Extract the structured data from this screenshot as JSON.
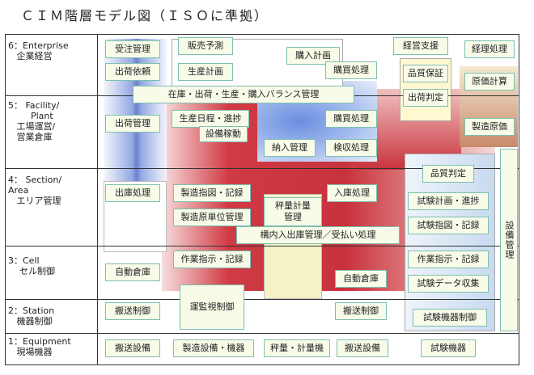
{
  "title": "ＣＩＭ階層モデル図（ＩＳＯに準拠）",
  "levels": [
    {
      "text": "6：Enterprise\n   企業経営"
    },
    {
      "text": "5： Facility/\n        Plant\n   工場運営/\n   営業倉庫"
    },
    {
      "text": "4： Section/\nArea\n   エリア管理"
    },
    {
      "text": "3：Cell\n    セル制御"
    },
    {
      "text": "2：Station\n   機器制御"
    },
    {
      "text": "1：Equipment\n   現場機器"
    }
  ],
  "boxes": {
    "juchu": "受注管理",
    "hanbai_yosoku": "販売予測",
    "kobai_keikaku": "購入計画",
    "keiei_shien": "経営支援",
    "keiri_shori": "経理処理",
    "shukka_irai": "出荷依頼",
    "seisan_keikaku": "生産計画",
    "kobai_shori_1": "購買処理",
    "hinshitsu_hosho": "品質保証",
    "genka_keisan": "原価計算",
    "balance": "在庫・出荷・生産・購入バランス管理",
    "shukka_hantei": "出荷判定",
    "shukka_kanri": "出荷管理",
    "seisan_nittei": "生産日程・進捗",
    "setsubi_kado": "設備稼動",
    "kobai_shori_2": "購買処理",
    "seizo_genka": "製造原価",
    "nonyu_kanri": "納入管理",
    "kenshu_shori": "検収処理",
    "hinshitsu_hantei": "品質判定",
    "shukko_shori": "出庫処理",
    "seizo_shizu": "製造指図・記録",
    "hyoryo": "秤量計量\n管理",
    "nyuko_shori": "入庫処理",
    "shiken_keikaku": "試験計画・進捗",
    "genka_tanni": "製造原単位管理",
    "shiken_shizu": "試験指図・記録",
    "konai": "構内入出庫管理／受払い処理",
    "sagyo_shiji_1": "作業指示・記録",
    "sagyo_shiji_2": "作業指示・記録",
    "jido_soko_1": "自動倉庫",
    "jido_soko_2": "自動倉庫",
    "shiken_data": "試験データ収集",
    "hanso_seigyo_1": "搬送制御",
    "unkanshi": "運監視制御",
    "hanso_seigyo_2": "搬送制御",
    "shiken_kiki_seigyo": "試験機器制御",
    "hanso_setsubi_1": "搬送設備",
    "seizo_setsubi": "製造設備・機器",
    "hyoryo_kiki": "秤量・計量機",
    "hanso_setsubi_2": "搬送設備",
    "shiken_kiki": "試験機器",
    "setsubi_kanri": "設備管理"
  },
  "colors": {
    "box_fill": "#f7fbe8",
    "box_border": "#7dbfb1",
    "red": "#c8323c",
    "blue": "#7a90d8",
    "yellow": "#f5f2c8"
  }
}
